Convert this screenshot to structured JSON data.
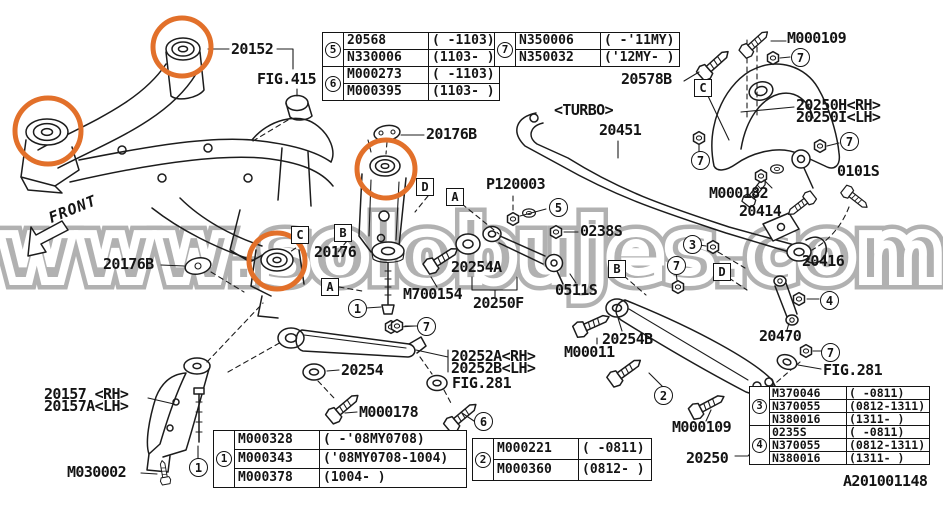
{
  "watermark": "www.solobujes.com",
  "doc_number": "A201001148",
  "colors": {
    "highlight": "#e2702a",
    "line": "#1c1c1c",
    "watermark_gray": "#9c9c9c"
  },
  "front_label": "FRONT",
  "labels": {
    "l20152": "20152",
    "fig415": "FIG.415",
    "l20176b_top": "20176B",
    "l20176b_left": "20176B",
    "l20176": "20176",
    "m700154": "M700154",
    "l20254a": "20254A",
    "l20250f": "20250F",
    "p120003": "P120003",
    "l0238s": "0238S",
    "l0511s": "0511S",
    "turbo": "<TURBO>",
    "l20451": "20451",
    "l20578b": "20578B",
    "m000109_top": "M000109",
    "l20250h": "20250H<RH>",
    "l20250i": "20250I<LH>",
    "m000182": "M000182",
    "l0101s": "0101S",
    "l20414": "20414",
    "l20416": "20416",
    "l20470": "20470",
    "fig281_right": "FIG.281",
    "m00011": "M00011",
    "l20254b": "20254B",
    "m000109_bottom": "M000109",
    "l20250": "20250",
    "l20157": "20157 <RH>",
    "l20157a": "20157A<LH>",
    "m030002": "M030002",
    "m000178": "M000178",
    "l20254": "20254",
    "l20252a": "20252A<RH>",
    "l20252b": "20252B<LH>",
    "fig281_bottom": "FIG.281"
  },
  "callouts": {
    "c1": "1",
    "c2": "2",
    "c3": "3",
    "c4": "4",
    "c5": "5",
    "c6": "6",
    "c7": "7"
  },
  "boxes": {
    "a": "A",
    "b": "B",
    "c": "C",
    "d": "D"
  },
  "tables": {
    "t56": {
      "ref5": "5",
      "ref6": "6",
      "rows": [
        [
          "20568",
          "( -1103)"
        ],
        [
          "N330006",
          "(1103- )"
        ],
        [
          "M000273",
          "( -1103)"
        ],
        [
          "M000395",
          "(1103- )"
        ]
      ]
    },
    "t7": {
      "ref": "7",
      "rows": [
        [
          "N350006",
          "( -'11MY)"
        ],
        [
          "N350032",
          "('12MY- )"
        ]
      ]
    },
    "t1": {
      "ref": "1",
      "rows": [
        [
          "M000328",
          "( -'08MY0708)"
        ],
        [
          "M000343",
          "('08MY0708-1004)"
        ],
        [
          "M000378",
          "(1004- )"
        ]
      ]
    },
    "t2": {
      "ref": "2",
      "rows": [
        [
          "M000221",
          "( -0811)"
        ],
        [
          "M000360",
          "(0812- )"
        ]
      ]
    },
    "t34": {
      "ref3": "3",
      "ref4": "4",
      "rows": [
        [
          "M370046",
          "( -0811)"
        ],
        [
          "N370055",
          "(0812-1311)"
        ],
        [
          "N380016",
          "(1311- )"
        ],
        [
          "0235S",
          "( -0811)"
        ],
        [
          "N370055",
          "(0812-1311)"
        ],
        [
          "N380016",
          "(1311- )"
        ]
      ]
    }
  }
}
